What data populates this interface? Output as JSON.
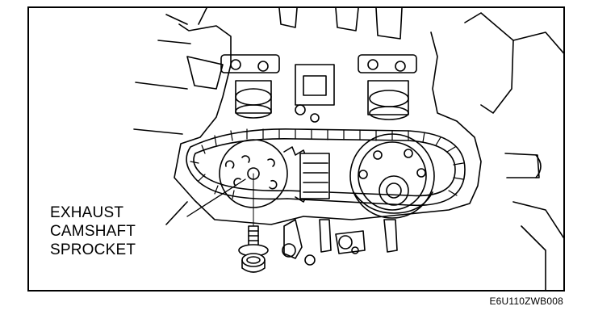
{
  "figure": {
    "callout_lines": [
      "EXHAUST",
      "CAMSHAFT",
      "SPROCKET"
    ],
    "figure_code": "E6U110ZWB008"
  },
  "colors": {
    "line": "#000000",
    "paper": "#ffffff"
  }
}
